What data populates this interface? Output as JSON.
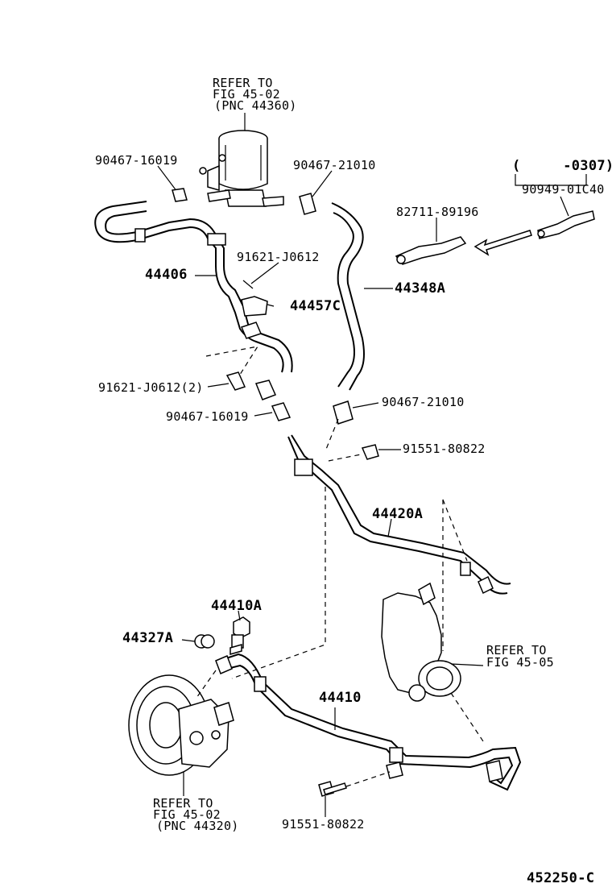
{
  "labels": {
    "refer_reservoir_1": "REFER TO",
    "refer_reservoir_2": "FIG 45-02",
    "refer_reservoir_3": "(PNC 44360)",
    "clip_90467_16019_top": "90467-16019",
    "clip_90467_21010_top": "90467-21010",
    "date_range": "(     -0307)",
    "part_90949_01c40": "90949-01C40",
    "part_82711_89196": "82711-89196",
    "bolt_91621_j0612": "91621-J0612",
    "part_44406": "44406",
    "part_44457c": "44457C",
    "part_44348a": "44348A",
    "bolt_91621_j0612_2": "91621-J0612(2)",
    "clip_90467_16019_bottom": "90467-16019",
    "clip_90467_21010_bottom": "90467-21010",
    "bolt_91551_80822_top": "91551-80822",
    "part_44420a": "44420A",
    "part_44410a": "44410A",
    "part_44327a": "44327A",
    "refer_gear_1": "REFER TO",
    "refer_gear_2": "FIG 45-05",
    "part_44410": "44410",
    "refer_pump_1": "REFER TO",
    "refer_pump_2": "FIG 45-02",
    "refer_pump_3": "(PNC 44320)",
    "bolt_91551_80822_bottom": "91551-80822",
    "figure_id": "452250-C"
  }
}
